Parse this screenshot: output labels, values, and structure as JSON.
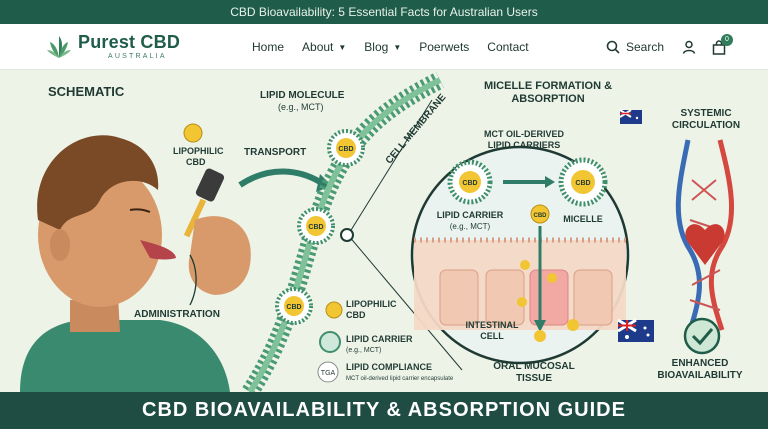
{
  "topbar": {
    "text": "CBD Bioavailability: 5 Essential Facts for Australian Users"
  },
  "header": {
    "logo_name": "Purest CBD",
    "logo_sub": "AUSTRALIA",
    "nav": [
      {
        "label": "Home",
        "dropdown": false
      },
      {
        "label": "About",
        "dropdown": true
      },
      {
        "label": "Blog",
        "dropdown": true
      },
      {
        "label": "Poerwets",
        "dropdown": false
      },
      {
        "label": "Contact",
        "dropdown": false
      }
    ],
    "search_label": "Search",
    "cart_count": "0"
  },
  "hero": {
    "schematic": "SCHEMATIC",
    "lipophilic_cbd": [
      "LIPOPHILIC",
      "CBD"
    ],
    "transport": "TRANSPORT",
    "lipid_molecule": [
      "LIPID MOLECULE",
      "(e.g., MCT)"
    ],
    "cell_membrane": "CELL MEMBRANE",
    "micelle_title": [
      "MICELLE FORMATION &",
      "ABSORPTION"
    ],
    "mct_carriers": [
      "MCT OIL-DERIVED",
      "LIPID CARRIERS"
    ],
    "lipid_carrier": [
      "LIPID CARRIER",
      "(e.g., MCT)"
    ],
    "micelle": "MICELLE",
    "intestinal_cell": [
      "INTESTINAL",
      "CELL"
    ],
    "oral_mucosal": [
      "ORAL MUCOSAL",
      "TISSUE"
    ],
    "systemic": [
      "SYSTEMIC",
      "CIRCULATION"
    ],
    "enhanced": [
      "ENHANCED",
      "BIOAVAILABILITY"
    ],
    "administration": "ADMINISTRATION",
    "legend": {
      "cbd": [
        "LIPOPHILIC",
        "CBD"
      ],
      "carrier": [
        "LIPID CARRIER",
        "(e.g., MCT)"
      ],
      "tga_mark": "TGA",
      "compliance": "LIPID COMPLIANCE",
      "compliance_sub": "MCT oil-derived lipid carrier encapsulate"
    },
    "cbd_text": "CBD",
    "cbd_small": "CBD"
  },
  "footer": {
    "title": "CBD BIOAVAILABILITY & ABSORPTION GUIDE"
  },
  "colors": {
    "brand": "#1f5c4a",
    "accent": "#2f7d5a",
    "band": "#1f4d43"
  }
}
